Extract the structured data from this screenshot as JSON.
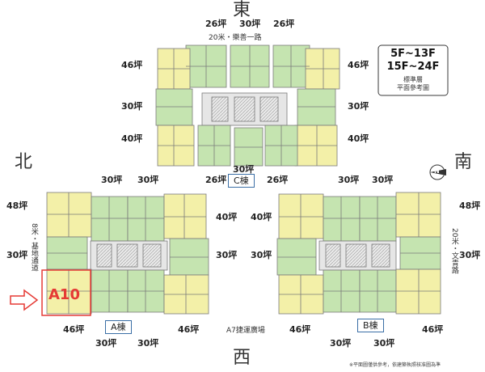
{
  "directions": {
    "east": "東",
    "north": "北",
    "south": "南",
    "west": "西"
  },
  "floors": {
    "line1": "5F~13F",
    "line2": "15F~24F",
    "note1": "標準層",
    "note2": "平面參考圖"
  },
  "roads": {
    "top": "20米・樂善一路",
    "left": "8米・基地通道",
    "right": "20米・文青路",
    "bottom": "A7捷運廣場"
  },
  "tower_c": {
    "label": "C棟",
    "top_left": "26坪",
    "top_mid": "30坪",
    "top_right": "26坪",
    "left_upper": "46坪",
    "left_mid": "30坪",
    "left_lower": "40坪",
    "right_upper": "46坪",
    "right_mid": "30坪",
    "right_lower": "40坪",
    "bottom_left": "26坪",
    "bottom_mid": "30坪",
    "bottom_right": "26坪"
  },
  "tower_a": {
    "label": "A棟",
    "top_left": "30坪",
    "top_right": "30坪",
    "left_upper": "48坪",
    "left_lower": "30坪",
    "right_upper": "40坪",
    "right_lower": "30坪",
    "bottom_left": "46坪",
    "bottom_right": "46坪",
    "below_left": "30坪",
    "below_right": "30坪"
  },
  "tower_b": {
    "label": "B棟",
    "top_left": "30坪",
    "top_right": "30坪",
    "left_upper": "40坪",
    "left_lower": "30坪",
    "right_upper": "48坪",
    "right_lower": "30坪",
    "bottom_left": "46坪",
    "bottom_right": "46坪",
    "below_left": "30坪",
    "below_right": "30坪"
  },
  "highlight": {
    "unit": "A10"
  },
  "compass": {
    "letter": "N"
  },
  "footnote": "※平面圖僅供參考，依建築執照核准圖為準",
  "colors": {
    "yellow": "#f3f0a8",
    "green": "#c5e4b0",
    "core": "#e6e6e6",
    "line": "#7a7a7a",
    "highlight": "#e53a35"
  }
}
